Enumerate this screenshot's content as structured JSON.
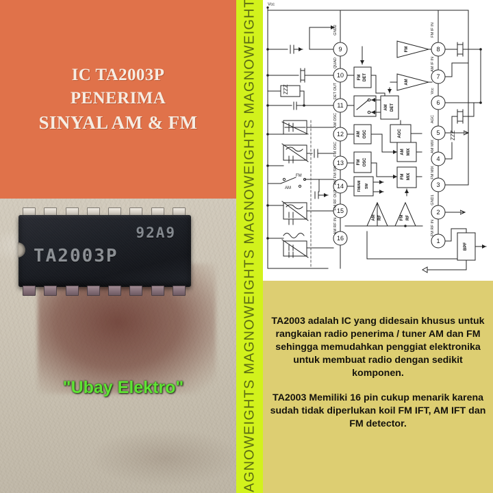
{
  "title_panel": {
    "line1": "IC TA2003P",
    "line2": "PENERIMA",
    "line3": "SINYAL AM & FM",
    "bg_color": "#e0724a",
    "text_color": "#f6ece2"
  },
  "photo_panel": {
    "chip_code": "92A9",
    "chip_part": "TA2003P",
    "watermark": "\"Ubay Elektro\"",
    "watermark_color": "#5fe234"
  },
  "brand_strip": {
    "text": "MAGNOWEIGHTS MAGNOWEIGHTS MAGNOWEIGHTS MAGNOWEIGHTS",
    "bg_color": "#d2f21c",
    "text_color": "#5a6b12"
  },
  "description_panel": {
    "bg_color": "#ddce72",
    "paragraph1": "TA2003 adalah IC yang didesain khusus untuk rangkaian radio penerima / tuner AM dan FM sehingga memudahkan penggiat elektronika untuk membuat radio dengan sedikit komponen.",
    "paragraph2": "TA2003 Memiliki 16 pin cukup menarik karena sudah tidak diperlukan koil FM IFT, AM IFT dan FM detector."
  },
  "schematic": {
    "supply_label": "Vcc",
    "left_pins": [
      {
        "num": "9",
        "label_top": "GND2",
        "label_bottom": "QUAD"
      },
      {
        "num": "10",
        "label_top": "QUAD",
        "label_bottom": "DET OUT"
      },
      {
        "num": "11",
        "label_top": "DET OUT",
        "label_bottom": "AM OSC"
      },
      {
        "num": "12",
        "label_top": "AM OSC",
        "label_bottom": "FM OSC"
      },
      {
        "num": "13",
        "label_top": "FM OSC",
        "label_bottom": "AM FM SW"
      },
      {
        "num": "14",
        "label_top": "AM FM SW",
        "label_bottom": "FM RF OUT"
      },
      {
        "num": "15",
        "label_top": "FM RF OUT",
        "label_bottom": "AM RF IN"
      },
      {
        "num": "16",
        "label_top": "AM RF IN",
        "label_bottom": ""
      }
    ],
    "right_pins": [
      {
        "num": "8",
        "label_top": "FM IF IN",
        "label_bottom": "AM IF IN"
      },
      {
        "num": "7",
        "label_top": "AM IF IN",
        "label_bottom": "Vcc"
      },
      {
        "num": "6",
        "label_top": "Vcc",
        "label_bottom": "AGC"
      },
      {
        "num": "5",
        "label_top": "AGC",
        "label_bottom": "AM MIX"
      },
      {
        "num": "4",
        "label_top": "AM MIX",
        "label_bottom": "FM MIX"
      },
      {
        "num": "3",
        "label_top": "FM MIX",
        "label_bottom": "GND1"
      },
      {
        "num": "2",
        "label_top": "GND1",
        "label_bottom": "FM RF IN"
      },
      {
        "num": "1",
        "label_top": "FM RF IN",
        "label_bottom": ""
      }
    ],
    "blocks": [
      {
        "name": "FM DET",
        "line1": "FM",
        "line2": "DET"
      },
      {
        "name": "AM OSC",
        "line1": "AM",
        "line2": "OSC"
      },
      {
        "name": "FM OSC",
        "line1": "FM",
        "line2": "OSC"
      },
      {
        "name": "FM/AM SW",
        "line1": "FM/AM",
        "line2": "SW"
      },
      {
        "name": "AM DET",
        "line1": "AM",
        "line2": "DET"
      },
      {
        "name": "AGC",
        "line1": "AGC",
        "line2": ""
      },
      {
        "name": "AM MIX",
        "line1": "AM",
        "line2": "MIX"
      },
      {
        "name": "FM MIX",
        "line1": "FM",
        "line2": "MIX"
      },
      {
        "name": "BPF",
        "line1": "BPF",
        "line2": ""
      }
    ],
    "amplifiers": [
      {
        "name": "FM IF amp",
        "label": "FM"
      },
      {
        "name": "AM IF amp",
        "label": "AM"
      },
      {
        "name": "AM RF amp",
        "line1": "AM",
        "line2": "RF"
      },
      {
        "name": "FM RF amp",
        "line1": "FM",
        "line2": "RF"
      }
    ],
    "switch_labels": {
      "fm": "FM",
      "am": "AM"
    },
    "zzz_labels": [
      "ZZZ",
      "ZZZ"
    ]
  }
}
